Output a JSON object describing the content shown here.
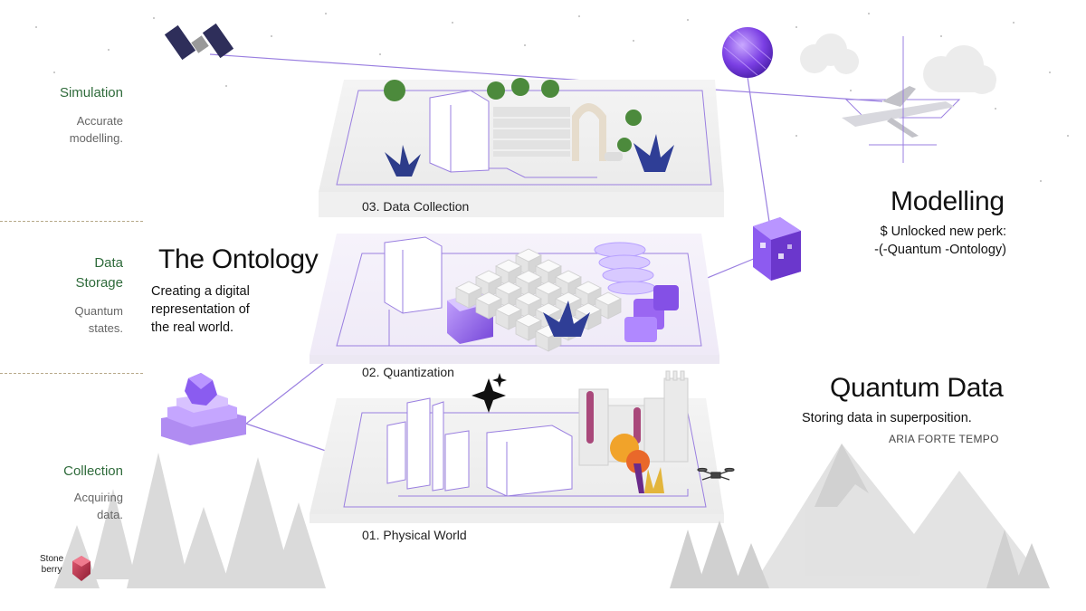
{
  "sidebar": {
    "sections": [
      {
        "title": "Simulation",
        "desc_lines": [
          "Accurate",
          "modelling."
        ]
      },
      {
        "title_lines": [
          "Data",
          "Storage"
        ],
        "desc_lines": [
          "Quantum",
          "states."
        ]
      },
      {
        "title": "Collection",
        "desc_lines": [
          "Acquiring",
          "data."
        ]
      }
    ]
  },
  "layers": [
    "03. Data Collection",
    "02. Quantization",
    "01. Physical World"
  ],
  "ontology": {
    "title": "The Ontology",
    "lines": [
      "Creating a digital",
      "representation of",
      "the real world."
    ]
  },
  "modelling": {
    "title": "Modelling",
    "lines": [
      "$ Unlocked new perk:",
      "-(-Quantum -Ontology)"
    ]
  },
  "quantum_data": {
    "title": "Quantum Data",
    "desc": "Storing data in superposition.",
    "credit": "ARIA FORTE TEMPO"
  },
  "logo": {
    "lines": [
      "Stone",
      "berry"
    ]
  },
  "icons": [
    "satellite-icon",
    "sphere-icon",
    "cloud-icon",
    "airplane-icon",
    "cube-icon",
    "gem-icon",
    "tree-icon",
    "mountain-icon",
    "drone-icon",
    "sparkle-icon",
    "castle-icon",
    "logo-gem-icon"
  ],
  "colors": {
    "accent": "#8a5cf0",
    "line": "#9a7fe0",
    "section_title": "#2f6b3b",
    "logo": "#c8304a"
  }
}
